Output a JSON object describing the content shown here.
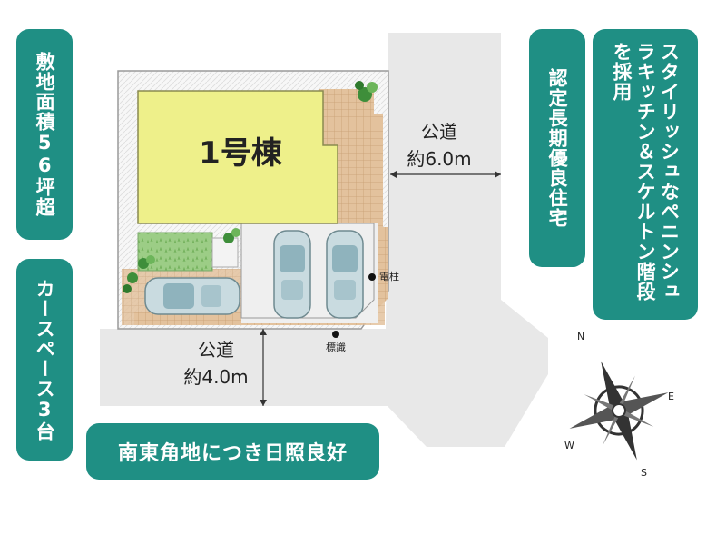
{
  "badges": {
    "area": "敷地面積56坪超",
    "car_space": "カースペース3台",
    "nintei": "認定長期優良住宅",
    "stylish": "スタイリッシュなペニンシュラキッチン＆スケルトン階段を採用",
    "corner": "南東角地につき日照良好"
  },
  "plan": {
    "building_label": "1号棟",
    "road_east_label": "公道",
    "road_east_width": "約6.0m",
    "road_south_label": "公道",
    "road_south_width": "約4.0m",
    "pole_label": "電柱",
    "sign_label": "標識"
  },
  "compass": {
    "n": "N",
    "e": "E",
    "s": "S",
    "w": "W"
  },
  "colors": {
    "badge": "#1f8f84",
    "building": "#eef08a",
    "road": "#e6e6e6",
    "paving": "#e2c3a0",
    "lawn": "#8fc47a"
  },
  "icons": [
    "car-icon",
    "car-icon",
    "car-icon",
    "compass-icon",
    "tree-icon"
  ]
}
